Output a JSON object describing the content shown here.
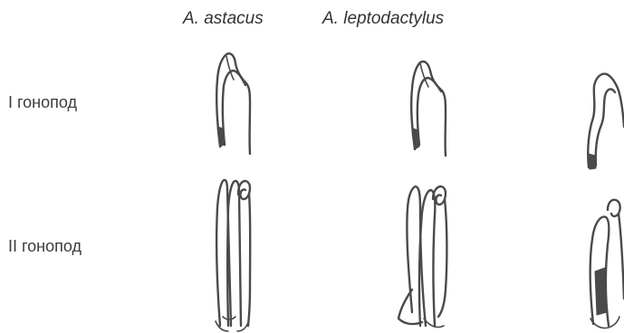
{
  "figure": {
    "column_headers": [
      "A. astacus",
      "A. leptodactylus"
    ],
    "row_labels": [
      "I гонопод",
      "II гонопод"
    ],
    "drawings": [
      {
        "row": 1,
        "column": 1,
        "depicts": "first gonopod"
      },
      {
        "row": 1,
        "column": 2,
        "depicts": "first gonopod"
      },
      {
        "row": 1,
        "column": 3,
        "depicts": "first gonopod"
      },
      {
        "row": 2,
        "column": 1,
        "depicts": "second gonopod"
      },
      {
        "row": 2,
        "column": 2,
        "depicts": "second gonopod"
      },
      {
        "row": 2,
        "column": 3,
        "depicts": "second gonopod"
      }
    ]
  }
}
